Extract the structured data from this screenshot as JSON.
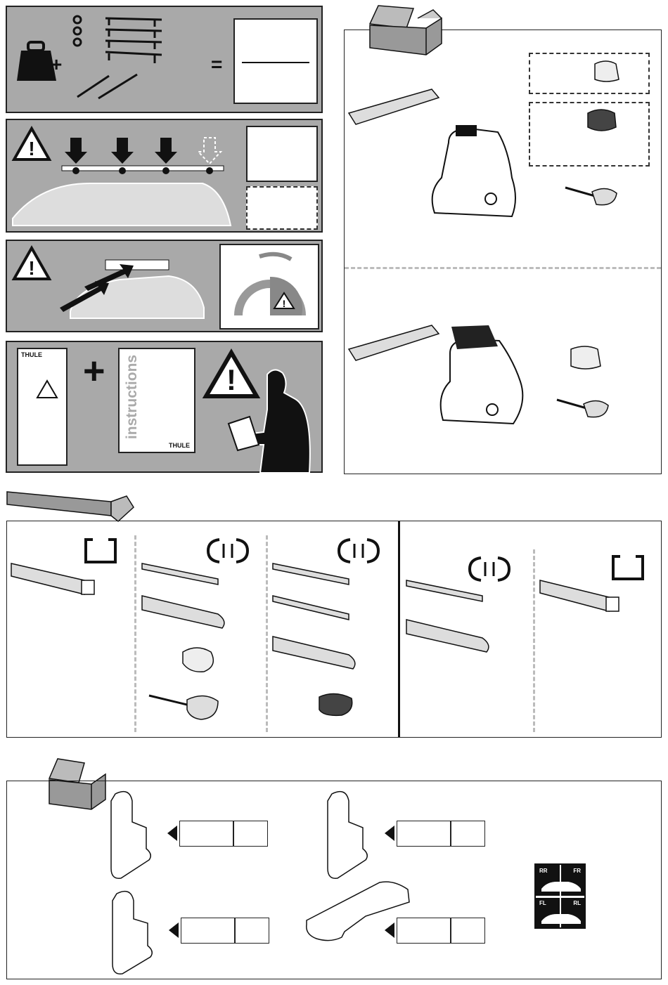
{
  "plus_sign": "+",
  "equals_sign": "=",
  "thule_logo": "THULE",
  "instructions_word": "instructions",
  "sticker": {
    "rr": "RR",
    "fr": "FR",
    "fl": "FL",
    "rl": "RL"
  },
  "colors": {
    "panel_gray": "#a9a9a9",
    "line_dark": "#222222",
    "separator": "#bbbbbb"
  },
  "icons": [
    "weight-icon",
    "bars-icon",
    "warning-icon",
    "speedometer-icon",
    "manual-icon",
    "person-reading-icon",
    "box-icon",
    "rubber-pad-icon",
    "foot-icon",
    "end-cap-icon",
    "key-icon",
    "bar-profile-icon",
    "bracket-icon"
  ]
}
